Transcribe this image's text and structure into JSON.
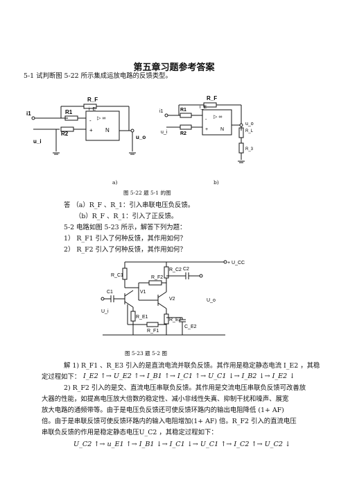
{
  "title": "第五章习题参考答案",
  "q1": {
    "text": "5-1  试判断图 5-22 所示集成运放电路的反馈类型。",
    "fig_a": "a)",
    "fig_b": "b)",
    "caption": "图 5-22 题 5-1 的图",
    "ans_a": "答  （a）R_F 、R_1：引入串联电压负反馈。",
    "ans_b": "（b）R_F 、R_1：引入了正反馈。"
  },
  "q2": {
    "text": "5-2  电路如图 5-23 所示，解答下列为题：",
    "item1": "1） R_F1 引入了何种反馈，其作用如何？",
    "item2": "2） R_F2 引入了何种反馈，其作用如何？",
    "caption": "图 5-23  题 5-2 图"
  },
  "solution": {
    "line1": "解  1) R_F1 、R_E3 引入的是直流电流并联负反馈。其作用是稳定静态电流 I_E2 ，其稳",
    "line2": "定过程如下：",
    "chain1": "I_E2 ↑→ U_E2 ↑→ I_B1 ↑→ I_C1 ↑→ U_C1 ↓→ I_B2 ↓→ I_E2 ↓",
    "line3": "2) R_F2 引入的是交、直流电压串联负反馈。其作用是交流电压串联负反馈可改善放",
    "line4": "大器的性能，如提高电压放大倍数的稳定性、减小非线性失真、抑制干扰和噪声、展宽",
    "line5": "放大电路的通频带等。由于是电压负反馈还可使反馈环路内的输出电阻降低 (1+ AF)",
    "line6": "倍。由于是串联反馈可使反馈环路内的输入电阻增加(1+ AF) 倍。R_F2 引入的直流电压",
    "line7": "串联负反馈的作用是稳定静态电压U_C2 ，其稳定过程如下：",
    "chain2": "U_C2 ↑→ u_E1 ↑→ I_B1 ↓→ I_C1 ↓→ U_C1 ↑→ I_C2 ↑→ U_C2 ↓"
  },
  "circuit_labels": {
    "rf": "R_F",
    "r1": "R1",
    "r2": "R2",
    "i1": "i1",
    "ie": "i_E",
    "ui": "u_i",
    "uo": "u_o",
    "opamp": "▷ ∞",
    "plus": "+",
    "minus": "-",
    "n": "N",
    "rl": "R_L",
    "r3": "R_3",
    "vcc": "+ U_CC",
    "rc1": "R_C1",
    "rc2": "R_C2",
    "rf2": "R_F2",
    "rf1": "R_F1",
    "re1": "R_E1",
    "re2": "R_E2",
    "ce2": "C_E2",
    "c1": "C1",
    "c2": "C2",
    "v1": "V1",
    "v2": "V2",
    "ui2": "U_i",
    "uo2": "U_o"
  }
}
